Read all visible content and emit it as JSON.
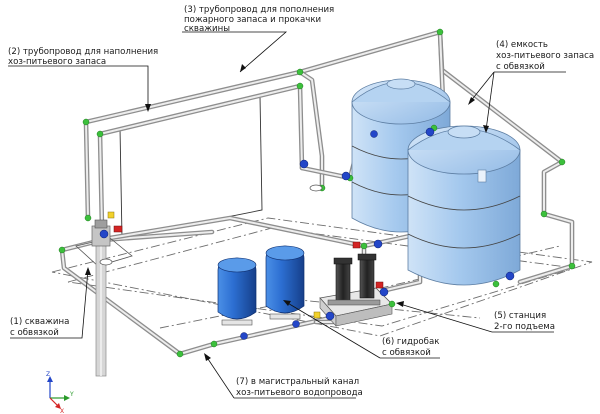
{
  "labels": {
    "pipe_fire": [
      "(3) трубопровод для пополнения",
      "пожарного запаса и прокачки",
      "скважины"
    ],
    "pipe_drinking": [
      "(2) трубопровод для наполнения",
      "хоз-питьевого запаса"
    ],
    "tank": [
      "(4) емкость",
      "хоз-питьевого запаса",
      "с обвязкой"
    ],
    "well": [
      "(1) скважина",
      "с обвязкой"
    ],
    "hydro": [
      "(6) гидробак",
      "с обвязкой"
    ],
    "station": [
      "(5) станция",
      "2-го подъема"
    ],
    "main": [
      "(7) в магистральный канал",
      "хоз-питьевого водопровода"
    ]
  },
  "axis": {
    "x": "X",
    "y": "Y",
    "z": "Z"
  },
  "colors": {
    "tank": "#9cc3ec",
    "hydro_tank": "#2c6fd2",
    "pump": "#2a2a2a",
    "valve": "#2346c8",
    "joint": "#3cc03c",
    "pipe": "#c8c8c8"
  }
}
